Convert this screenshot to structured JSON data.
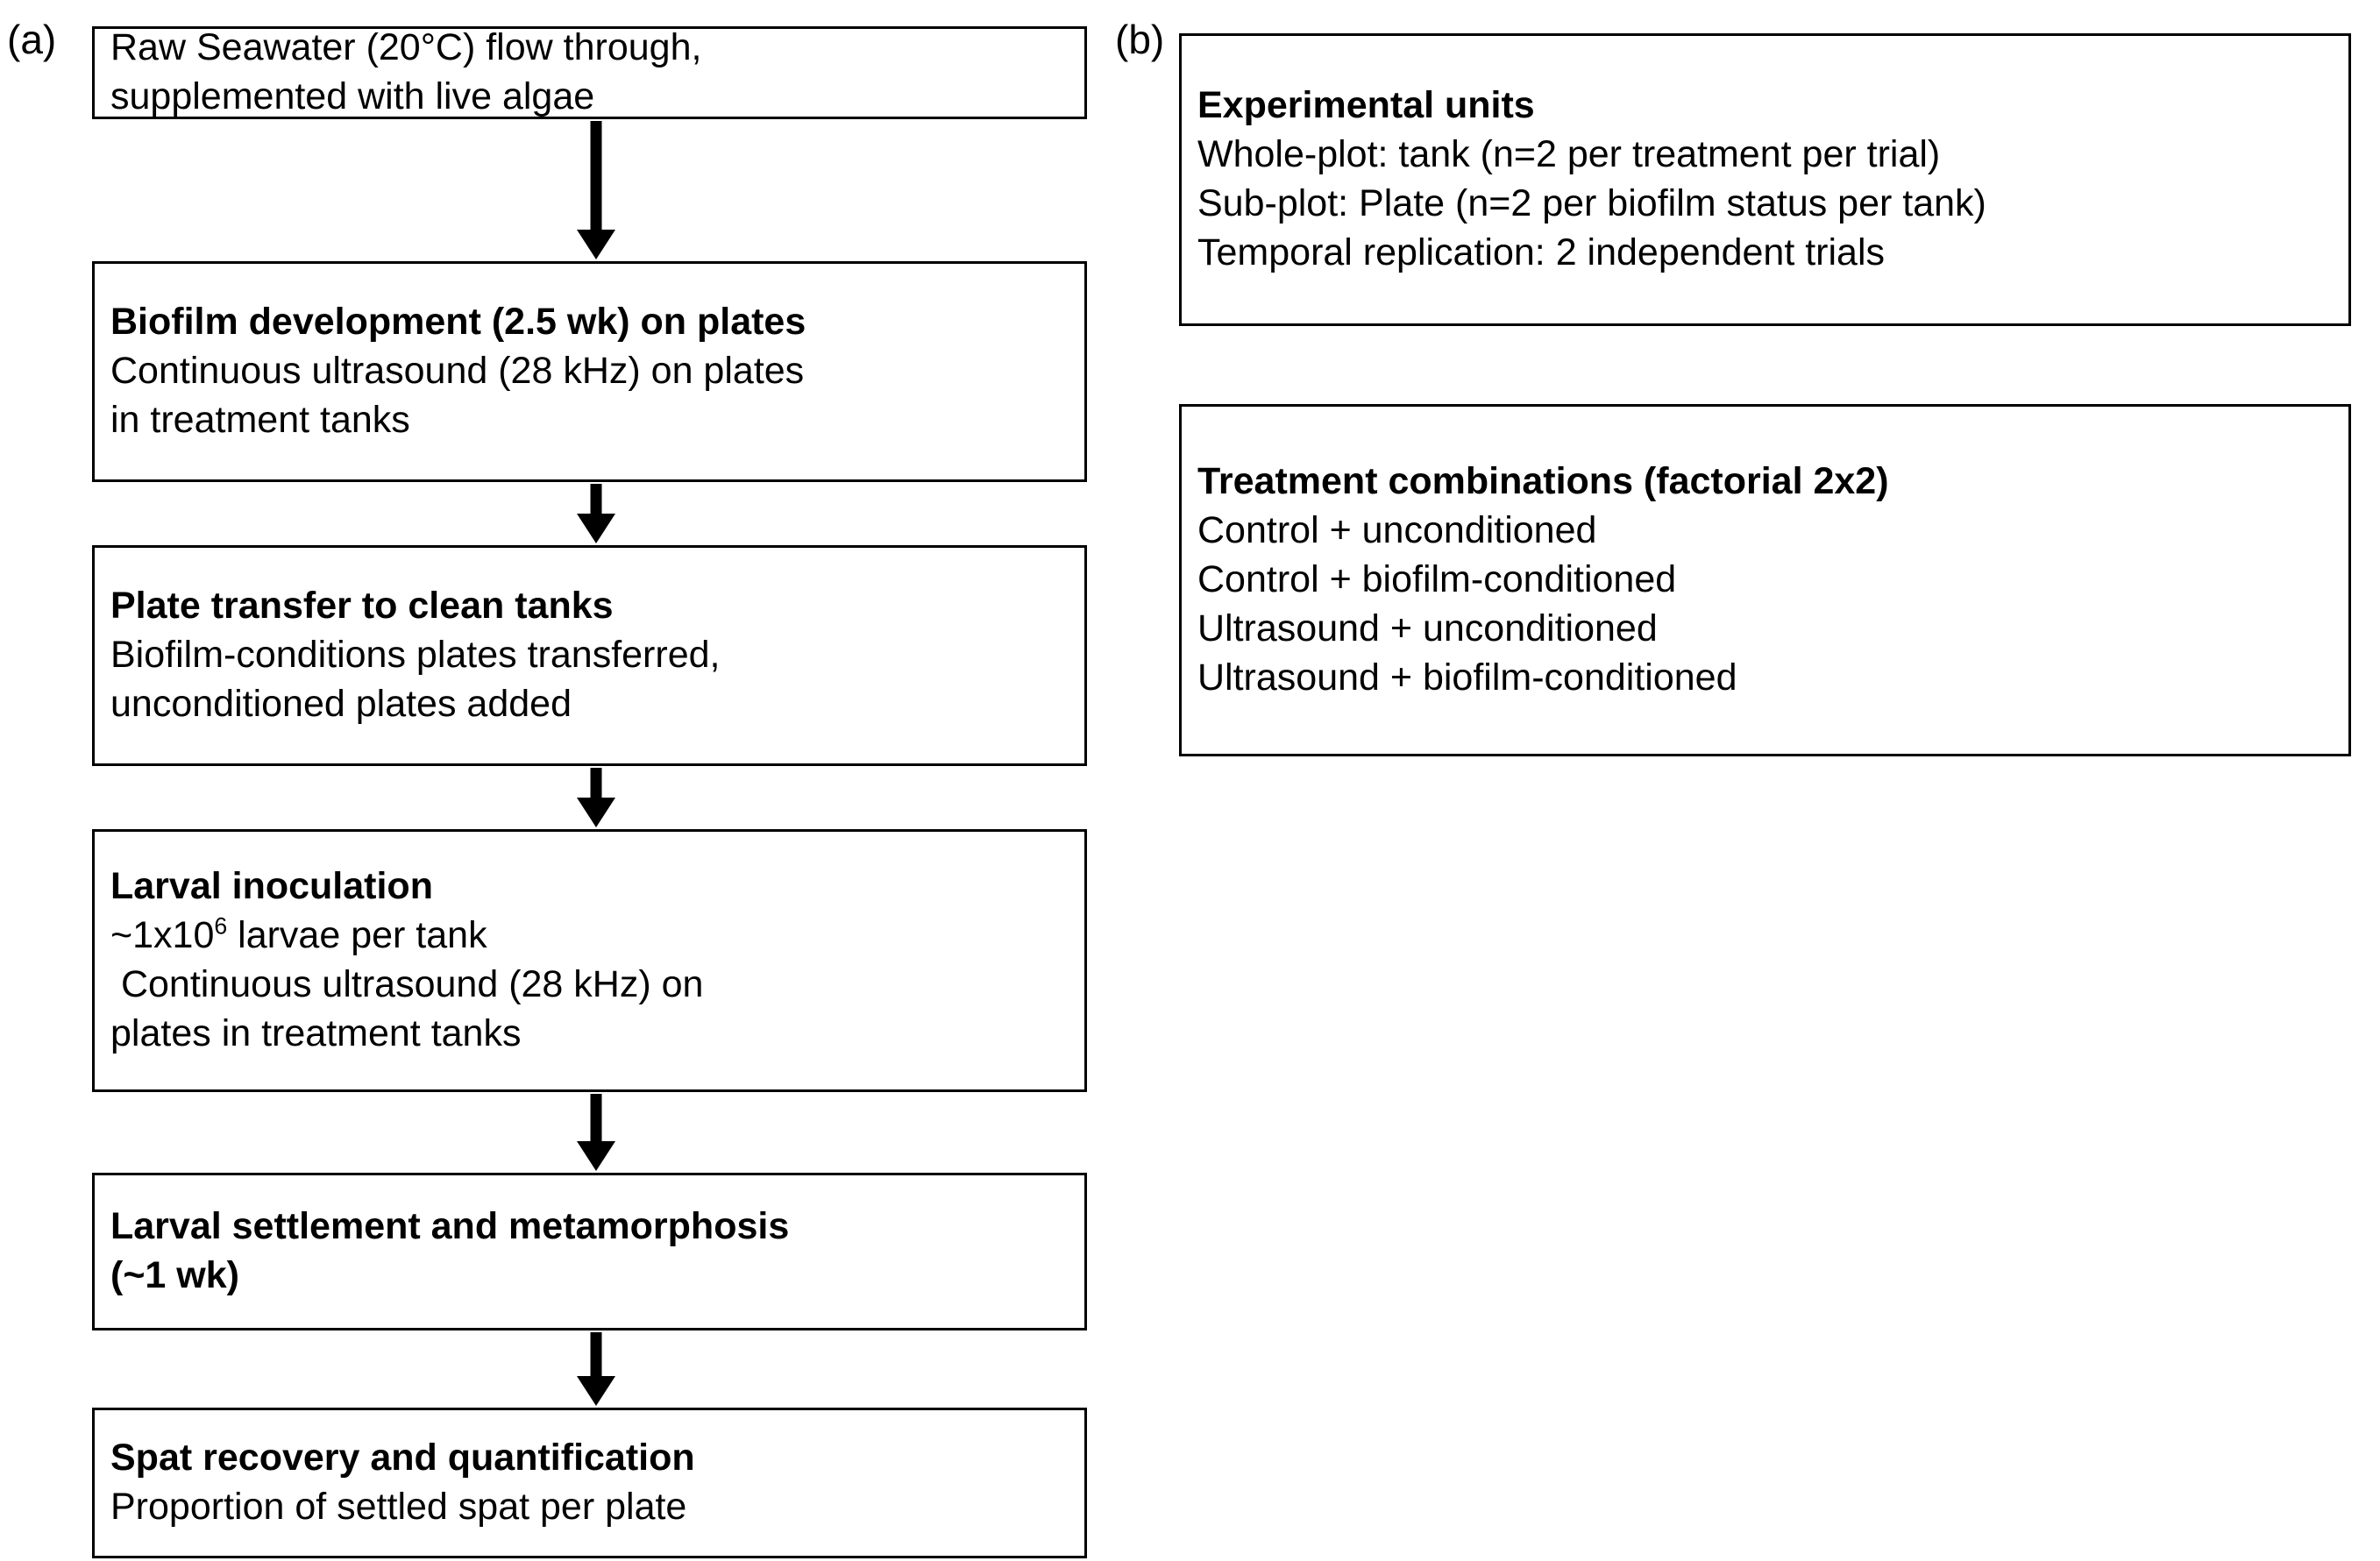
{
  "figure": {
    "panels": [
      {
        "letter": "(a)",
        "name": "experimental-workflow-flowchart",
        "steps": [
          {
            "id": "raw-seawater",
            "lines": [
              {
                "text": "Raw Seawater (20°C) flow through,",
                "bold": false
              },
              {
                "text": "supplemented with live algae",
                "bold": false
              }
            ]
          },
          {
            "id": "biofilm-development",
            "lines": [
              {
                "text": "Biofilm development (2.5 wk) on plates",
                "bold": true
              },
              {
                "text": "Continuous ultrasound (28 kHz) on plates",
                "bold": false
              },
              {
                "text": "in treatment tanks",
                "bold": false
              }
            ]
          },
          {
            "id": "plate-transfer",
            "lines": [
              {
                "text": "Plate transfer to clean tanks",
                "bold": true
              },
              {
                "text": "Biofilm-conditions plates transferred,",
                "bold": false
              },
              {
                "text": "unconditioned plates added",
                "bold": false
              }
            ]
          },
          {
            "id": "larval-inoculation",
            "lines": [
              {
                "text": "Larval inoculation",
                "bold": true
              },
              {
                "text": "~1x10",
                "sup": "6",
                "text_after": " larvae per tank",
                "bold": false
              },
              {
                "text": " Continuous ultrasound (28 kHz) on",
                "bold": false
              },
              {
                "text": "plates in treatment tanks",
                "bold": false
              }
            ]
          },
          {
            "id": "larval-settlement",
            "lines": [
              {
                "text": "Larval settlement and metamorphosis",
                "bold": true
              },
              {
                "text": "(~1 wk)",
                "bold": true
              }
            ]
          },
          {
            "id": "spat-recovery",
            "lines": [
              {
                "text": "Spat recovery and quantification",
                "bold": true
              },
              {
                "text": "Proportion of settled spat per plate",
                "bold": false
              }
            ]
          }
        ]
      },
      {
        "letter": "(b)",
        "name": "experimental-design-summary",
        "blocks": [
          {
            "id": "experimental-units",
            "lines": [
              {
                "text": "Experimental units",
                "bold": true
              },
              {
                "text": "Whole-plot: tank (n=2 per treatment per trial)",
                "bold": false
              },
              {
                "text": "Sub-plot: Plate (n=2 per biofilm status per tank)",
                "bold": false
              },
              {
                "text": "Temporal replication: 2 independent trials",
                "bold": false
              }
            ]
          },
          {
            "id": "treatment-combinations",
            "lines": [
              {
                "text": "Treatment combinations (factorial 2x2)",
                "bold": true
              },
              {
                "text": "Control + unconditioned",
                "bold": false
              },
              {
                "text": "Control + biofilm-conditioned",
                "bold": false
              },
              {
                "text": "Ultrasound + unconditioned",
                "bold": false
              },
              {
                "text": "Ultrasound + biofilm-conditioned",
                "bold": false
              }
            ]
          }
        ]
      }
    ],
    "colors": {
      "background": "#ffffff",
      "stroke": "#000000",
      "text": "#000000"
    }
  }
}
